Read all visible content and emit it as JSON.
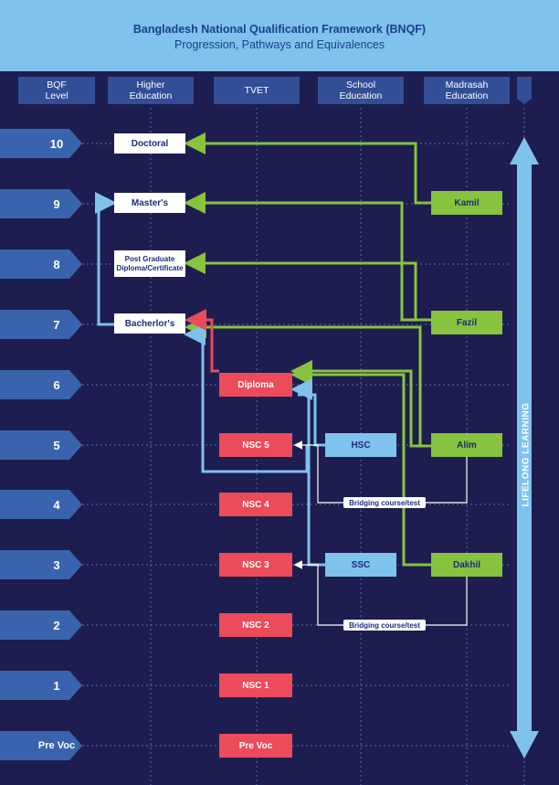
{
  "header": {
    "title": "Bangladesh National Qualification Framework (BNQF)",
    "subtitle": "Progression, Pathways and Equivalences"
  },
  "columns": {
    "bqf": "BQF\nLevel",
    "higher": "Higher\nEducation",
    "tvet": "TVET",
    "school": "School\nEducation",
    "madrasah": "Madrasah\nEducation"
  },
  "levels": [
    "10",
    "9",
    "8",
    "7",
    "6",
    "5",
    "4",
    "3",
    "2",
    "1",
    "Pre Voc"
  ],
  "higher_education": {
    "doctoral": "Doctoral",
    "masters": "Master's",
    "pg_diploma": "Post Graduate\nDiploma/Certificate",
    "bachelors": "Bacherlor's"
  },
  "tvet": {
    "diploma": "Diploma",
    "nsc5": "NSC 5",
    "nsc4": "NSC 4",
    "nsc3": "NSC 3",
    "nsc2": "NSC 2",
    "nsc1": "NSC 1",
    "prevoc": "Pre Voc"
  },
  "school": {
    "hsc": "HSC",
    "ssc": "SSC"
  },
  "madrasah": {
    "kamil": "Kamil",
    "fazil": "Fazil",
    "alim": "Alim",
    "dakhil": "Dakhil"
  },
  "bridging": {
    "upper": "Bridging course/test",
    "lower": "Bridging course/test"
  },
  "lifelong": "LIFELONG LEARNING",
  "colors": {
    "background": "#1d1d4f",
    "header": "#7fc2ec",
    "column_head": "#314e96",
    "tvet_red": "#ec4b5a",
    "school_blue": "#7fc2ec",
    "madrasah_green": "#87c33e",
    "arrow_white": "#ffffff"
  }
}
